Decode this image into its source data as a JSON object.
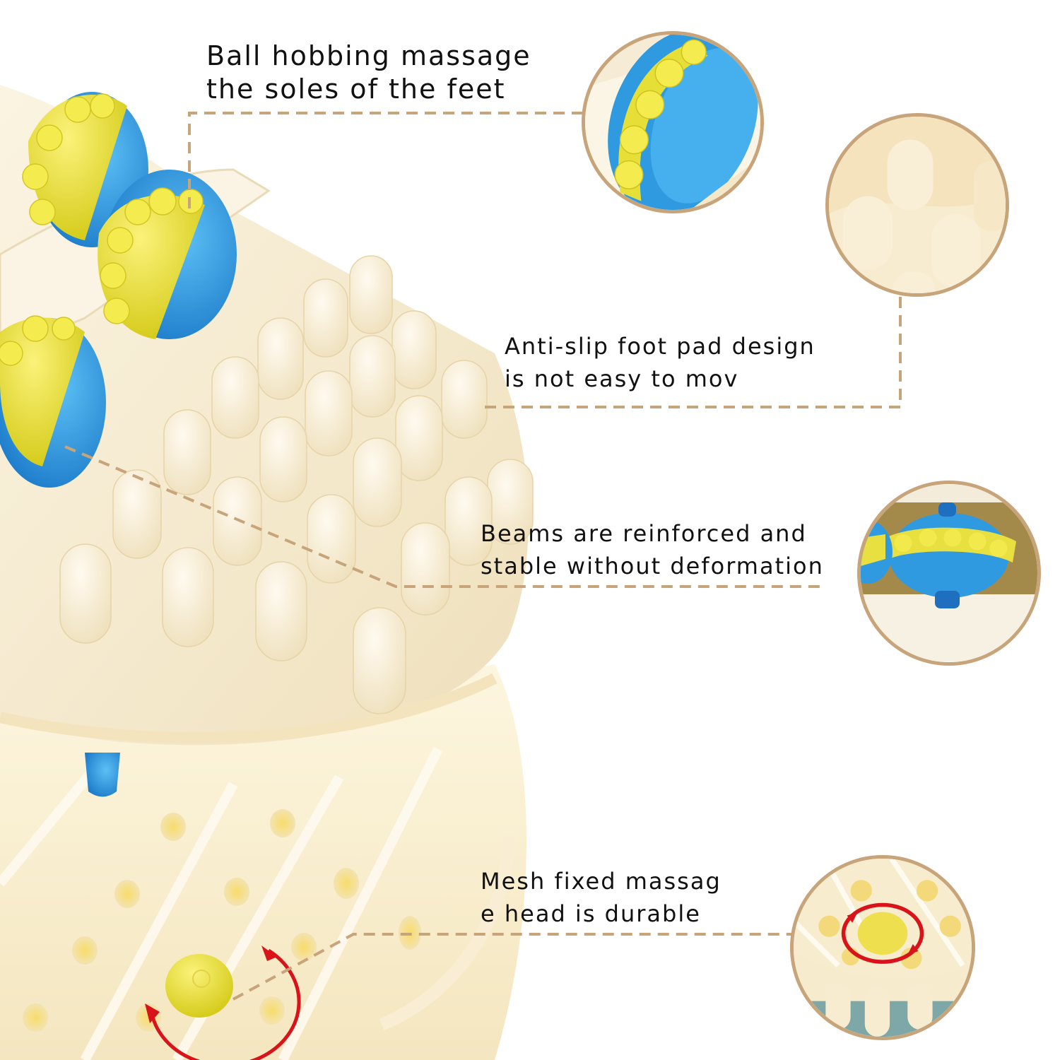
{
  "infographic": {
    "subject": "Foot massager roller with anti-slip pad",
    "colors": {
      "background": "#ffffff",
      "leader_line": "#c7a47a",
      "circle_border": "#c7a47a",
      "body_cream": "#f7edd4",
      "roller_blue": "#2f9ae0",
      "roller_yellow": "#e8e040",
      "rotation_arrow": "#d8141a",
      "text": "#111111"
    },
    "features": [
      {
        "id": "ball-hobbing",
        "lines": [
          "Ball hobbing massage",
          "the soles of the feet"
        ],
        "detail_icon": "blue-yellow-roller"
      },
      {
        "id": "anti-slip",
        "lines": [
          "Anti-slip foot pad design",
          "is not easy to mov"
        ],
        "detail_icon": "cream-nubs"
      },
      {
        "id": "beams",
        "lines": [
          "Beams are reinforced and",
          "stable without deformation"
        ],
        "detail_icon": "roller-on-beam"
      },
      {
        "id": "mesh-head",
        "lines": [
          "Mesh fixed massag",
          "e head is durable"
        ],
        "detail_icon": "rotating-yellow-head"
      }
    ]
  }
}
